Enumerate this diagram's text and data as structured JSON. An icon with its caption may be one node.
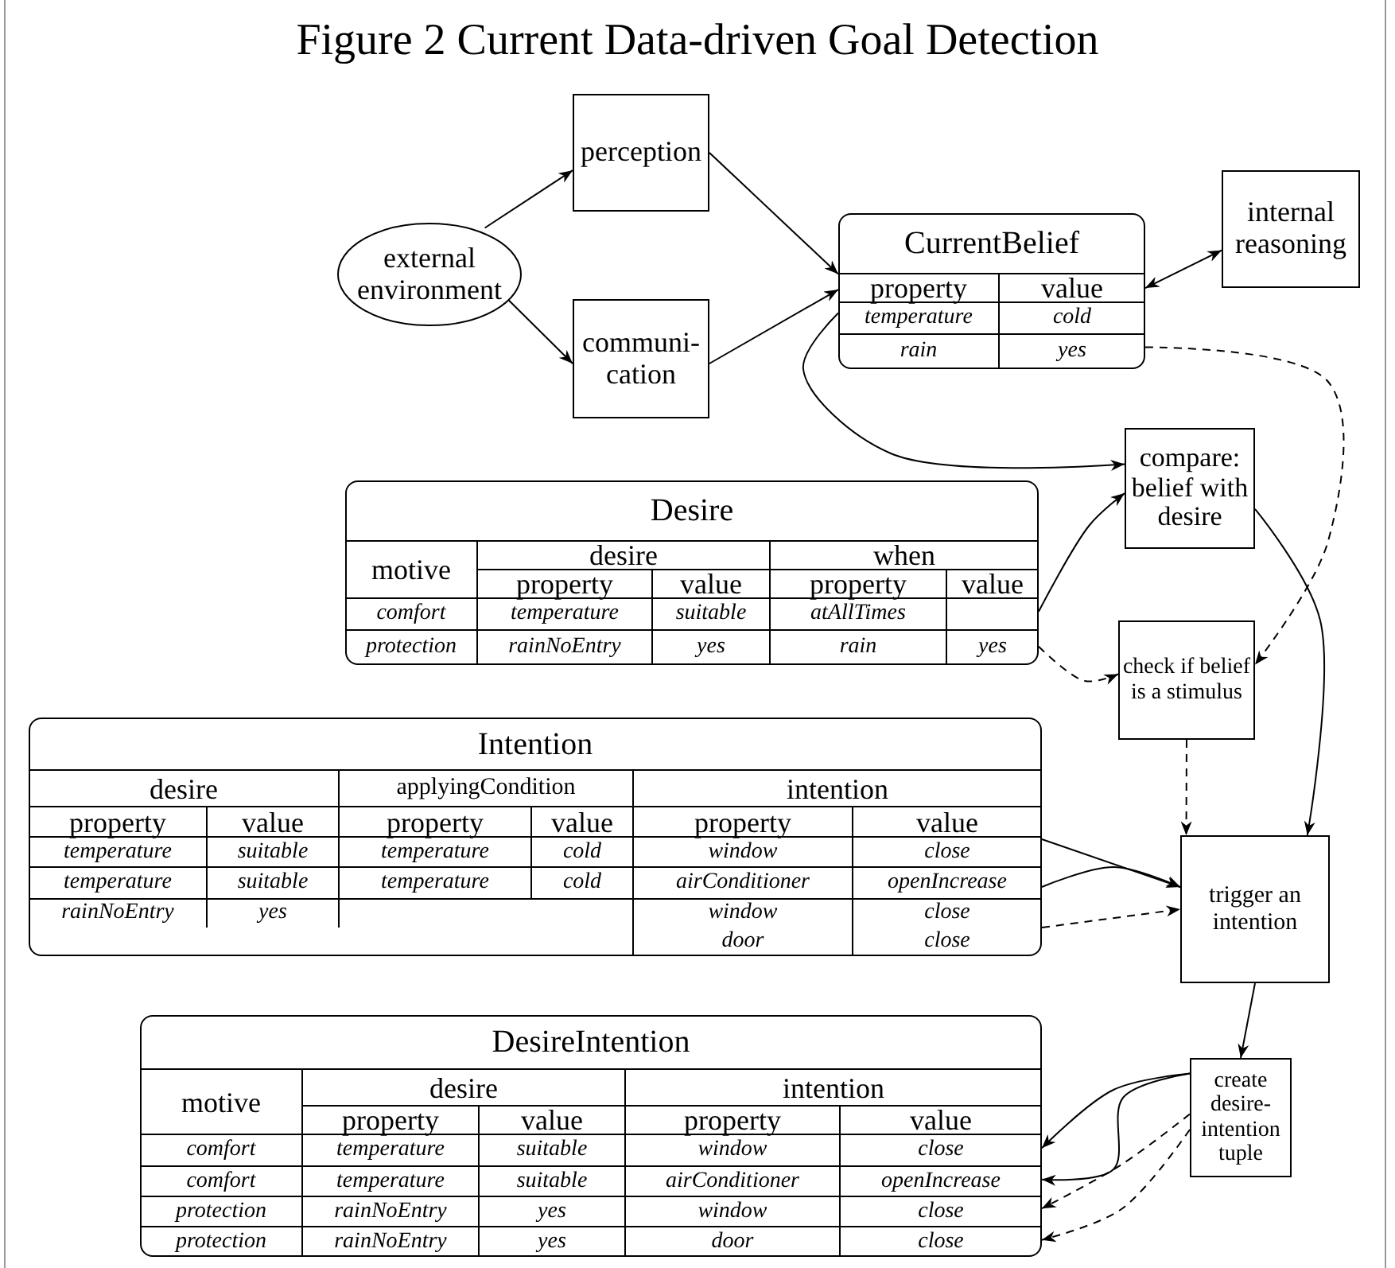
{
  "diagram": {
    "title": "Figure 2 Current Data-driven Goal Detection",
    "nodes": [
      {
        "text": [
          "external environment"
        ]
      },
      {
        "text": [
          "perception"
        ]
      },
      {
        "text": [
          "communi- cation"
        ]
      },
      {
        "text": [
          "CurrentBelief",
          "property",
          "value",
          "temperature",
          "cold",
          "rain",
          "yes"
        ]
      },
      {
        "text": [
          "internal reasoning"
        ]
      },
      {
        "text": [
          "compare: belief with desire"
        ]
      },
      {
        "text": [
          "Desire",
          "motive",
          "desire",
          "when",
          "property",
          "value",
          "property",
          "value",
          "comfort",
          "temperature",
          "suitable",
          "atAllTimes",
          "protection",
          "rainNoEntry",
          "yes",
          "rain",
          "yes"
        ]
      },
      {
        "text": [
          "check if belief is a stimulus"
        ]
      },
      {
        "text": [
          "Intention",
          "desire",
          "applyingCondition",
          "intention",
          "property",
          "value",
          "property",
          "value",
          "property",
          "value",
          "temperature",
          "suitable",
          "temperature",
          "cold",
          "window",
          "close",
          "temperature",
          "suitable",
          "temperature",
          "cold",
          "airConditioner",
          "openIncrease",
          "rainNoEntry",
          "yes",
          "window",
          "close",
          "door",
          "close"
        ]
      },
      {
        "text": [
          "trigger an intention"
        ]
      },
      {
        "text": [
          "DesireIntention",
          "motive",
          "desire",
          "intention",
          "property",
          "value",
          "property",
          "value",
          "comfort",
          "temperature",
          "suitable",
          "window",
          "close",
          "comfort",
          "temperature",
          "suitable",
          "airConditioner",
          "openIncrease",
          "protection",
          "rainNoEntry",
          "yes",
          "window",
          "close",
          "protection",
          "rainNoEntry",
          "yes",
          "door",
          "close"
        ]
      },
      {
        "text": [
          "create desire- intention tuple"
        ]
      }
    ],
    "edges": [
      {
        "from": 0,
        "to": 1,
        "arrow": "to"
      },
      {
        "from": 0,
        "to": 2,
        "arrow": "to"
      },
      {
        "from": 1,
        "to": 3,
        "arrow": "to"
      },
      {
        "from": 2,
        "to": 3,
        "arrow": "to"
      },
      {
        "from": 3,
        "to": 4,
        "arrow": "both"
      },
      {
        "from": 3,
        "to": 5,
        "arrow": "to"
      },
      {
        "from": 3,
        "to": 7,
        "arrow": "to",
        "style": "dashed"
      },
      {
        "from": 6,
        "to": 5,
        "arrow": "to"
      },
      {
        "from": 6,
        "to": 7,
        "arrow": "to",
        "style": "dashed"
      },
      {
        "from": 5,
        "to": 9,
        "arrow": "to"
      },
      {
        "from": 7,
        "to": 9,
        "arrow": "to",
        "style": "dashed"
      },
      {
        "from": 8,
        "to": 9,
        "arrow": "to"
      },
      {
        "from": 8,
        "to": 9,
        "arrow": "to"
      },
      {
        "from": 8,
        "to": 9,
        "arrow": "to",
        "style": "dashed"
      },
      {
        "from": 9,
        "to": 11,
        "arrow": "to"
      },
      {
        "from": 11,
        "to": 10,
        "arrow": "to"
      },
      {
        "from": 11,
        "to": 10,
        "arrow": "to"
      },
      {
        "from": 11,
        "to": 10,
        "arrow": "to",
        "style": "dashed"
      },
      {
        "from": 11,
        "to": 10,
        "arrow": "to",
        "style": "dashed"
      }
    ]
  }
}
